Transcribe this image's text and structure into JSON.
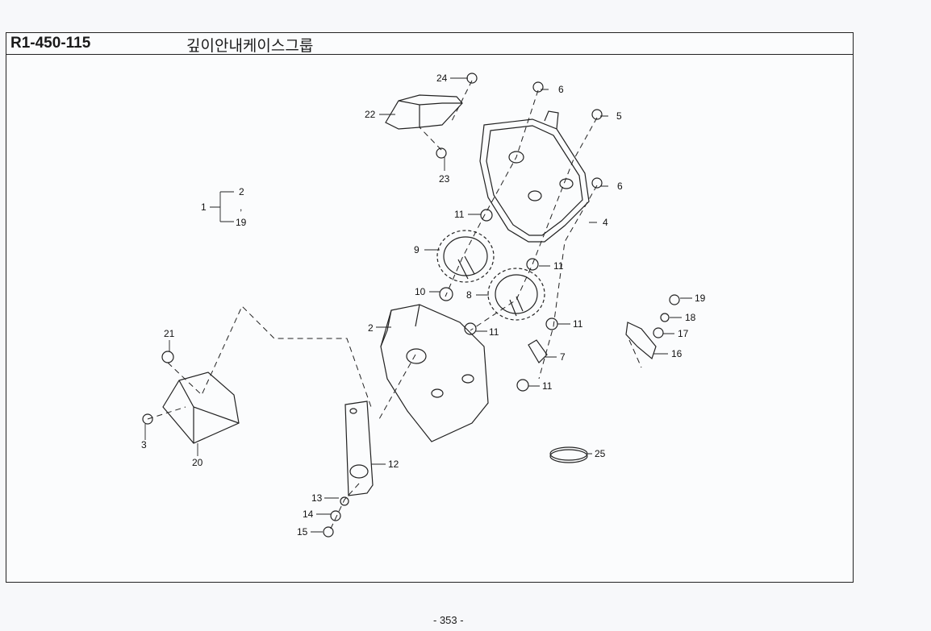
{
  "header": {
    "part_code": "R1-450-115",
    "group_title": "깊이안내케이스그룹"
  },
  "callouts": [
    {
      "id": "c24",
      "label": "24"
    },
    {
      "id": "c6a",
      "label": "6"
    },
    {
      "id": "c5",
      "label": "5"
    },
    {
      "id": "c22",
      "label": "22"
    },
    {
      "id": "c23",
      "label": "23"
    },
    {
      "id": "c6b",
      "label": "6"
    },
    {
      "id": "c4",
      "label": "4"
    },
    {
      "id": "c11a",
      "label": "11"
    },
    {
      "id": "c9",
      "label": "9"
    },
    {
      "id": "c11b",
      "label": "11"
    },
    {
      "id": "c10",
      "label": "10"
    },
    {
      "id": "c8",
      "label": "8"
    },
    {
      "id": "c2",
      "label": "2"
    },
    {
      "id": "c11c",
      "label": "11"
    },
    {
      "id": "c11d",
      "label": "11"
    },
    {
      "id": "c7",
      "label": "7"
    },
    {
      "id": "c11e",
      "label": "11"
    },
    {
      "id": "c19",
      "label": "19"
    },
    {
      "id": "c18",
      "label": "18"
    },
    {
      "id": "c17",
      "label": "17"
    },
    {
      "id": "c16",
      "label": "16"
    },
    {
      "id": "c21",
      "label": "21"
    },
    {
      "id": "c3",
      "label": "3"
    },
    {
      "id": "c20",
      "label": "20"
    },
    {
      "id": "c12",
      "label": "12"
    },
    {
      "id": "c25",
      "label": "25"
    },
    {
      "id": "c13",
      "label": "13"
    },
    {
      "id": "c14",
      "label": "14"
    },
    {
      "id": "c15",
      "label": "15"
    }
  ],
  "assembly_bracket": {
    "parent": "1",
    "from": "2",
    "separator": ",",
    "to": "19"
  },
  "footer": {
    "page": "- 353 -"
  }
}
